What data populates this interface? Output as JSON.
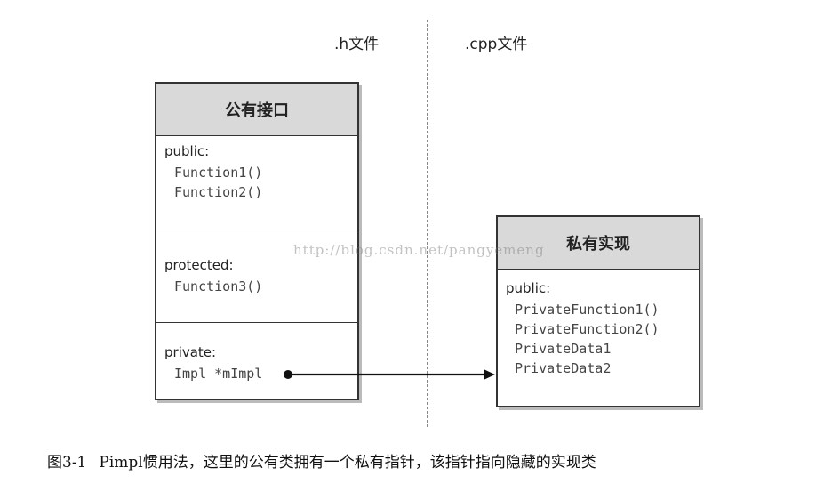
{
  "header_h": ".h文件",
  "header_cpp": ".cpp文件",
  "public_interface": {
    "title": "公有接口",
    "public_kw": "public:",
    "public_funcs": [
      "Function1()",
      "Function2()"
    ],
    "protected_kw": "protected:",
    "protected_funcs": [
      "Function3()"
    ],
    "private_kw": "private:",
    "private_member": "Impl *mImpl"
  },
  "private_impl": {
    "title": "私有实现",
    "public_kw": "public:",
    "members": [
      "PrivateFunction1()",
      "PrivateFunction2()",
      "PrivateData1",
      "PrivateData2"
    ]
  },
  "watermark": "http://blog.csdn.net/pangyemeng",
  "caption": {
    "number": "图3-1",
    "text": "Pimpl惯用法，这里的公有类拥有一个私有指针，该指针指向隐藏的实现类"
  }
}
